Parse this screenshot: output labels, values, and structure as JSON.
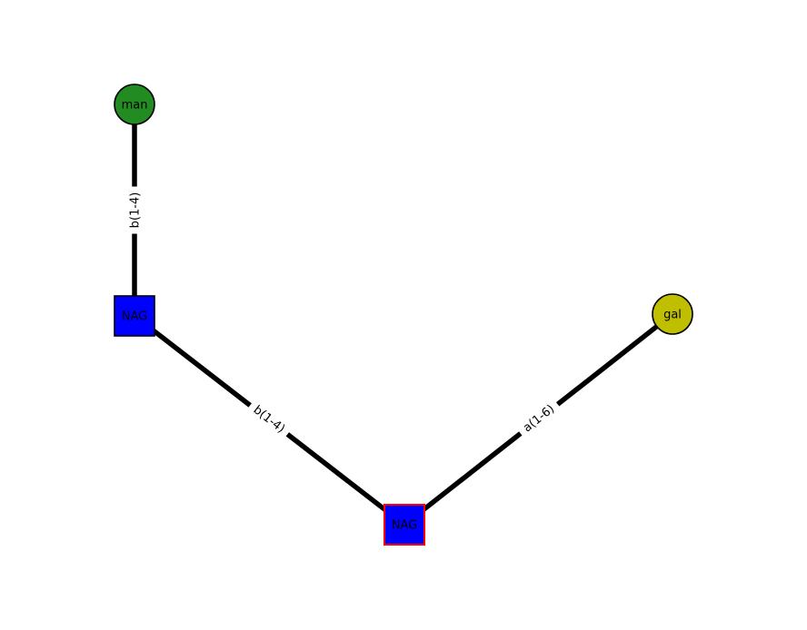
{
  "figure": {
    "background": "#ffffff"
  },
  "diagram": {
    "type": "glycan-graph",
    "edge_color": "#000000",
    "label_color": "#000000",
    "nodes": [
      {
        "id": "man",
        "label": "man",
        "shape": "circle",
        "fill": "#228b22",
        "border": "#000000"
      },
      {
        "id": "NAG-upper",
        "label": "NAG",
        "shape": "square",
        "fill": "#0000ff",
        "border": "#000000"
      },
      {
        "id": "NAG-lower",
        "label": "NAG",
        "shape": "square",
        "fill": "#0000ff",
        "border": "#ff0000"
      },
      {
        "id": "gal",
        "label": "gal",
        "shape": "circle",
        "fill": "#bfbf00",
        "border": "#000000"
      }
    ],
    "edges": [
      {
        "from": "man",
        "to": "NAG-upper",
        "label": "b(1-4)"
      },
      {
        "from": "NAG-upper",
        "to": "NAG-lower",
        "label": "b(1-4)"
      },
      {
        "from": "NAG-lower",
        "to": "gal",
        "label": "a(1-6)"
      }
    ]
  }
}
